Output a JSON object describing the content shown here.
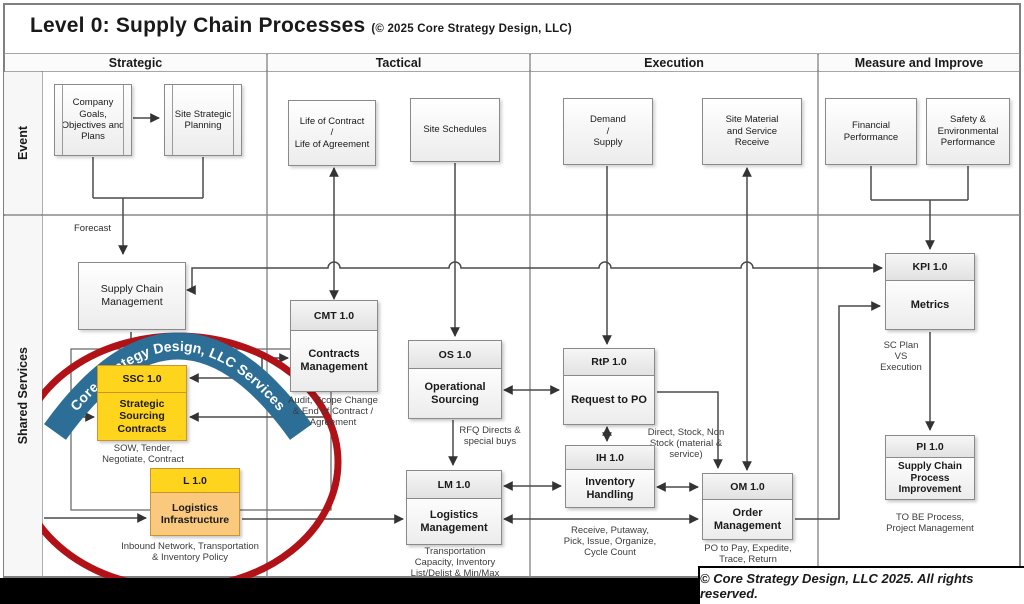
{
  "title": {
    "main": "Level 0: Supply Chain Processes",
    "suffix": "(© 2025 Core Strategy Design, LLC)"
  },
  "lanes": {
    "columns": [
      "Strategic",
      "Tactical",
      "Execution",
      "Measure and Improve"
    ],
    "rows": [
      "Event",
      "Shared Services"
    ]
  },
  "events": {
    "company_goals": "Company\nGoals,\nObjectives and\nPlans",
    "site_strategic": "Site Strategic\nPlanning",
    "life_of_contract": "Life of Contract\n/\nLife of Agreement",
    "site_schedules": "Site Schedules",
    "demand_supply": "Demand\n/\nSupply",
    "site_material": "Site Material\nand Service\nReceive",
    "financial": "Financial\nPerformance",
    "safety": "Safety &\nEnvironmental\nPerformance"
  },
  "shared": {
    "forecast_label": "Forecast",
    "scm": {
      "name": "Supply Chain\nManagement"
    },
    "ssc": {
      "id": "SSC 1.0",
      "name": "Strategic Sourcing\nContracts",
      "caption": "SOW, Tender,\nNegotiate, Contract"
    },
    "l": {
      "id": "L 1.0",
      "name": "Logistics\nInfrastructure",
      "caption": "Inbound Network, Transportation\n& Inventory Policy"
    },
    "cmt": {
      "id": "CMT 1.0",
      "name": "Contracts\nManagement",
      "caption": "Audit, Scope Change\n& End of Contract /\nAgreement"
    },
    "os": {
      "id": "OS 1.0",
      "name": "Operational\nSourcing",
      "caption": "RFQ Directs &\nspecial buys"
    },
    "lm": {
      "id": "LM 1.0",
      "name": "Logistics\nManagement",
      "caption": "Transportation\nCapacity, Inventory\nList/Delist & Min/Max"
    },
    "rtp": {
      "id": "RtP 1.0",
      "name": "Request to PO",
      "caption": "Direct, Stock, Non\nStock (material &\nservice)"
    },
    "ih": {
      "id": "IH 1.0",
      "name": "Inventory\nHandling",
      "caption": "Receive, Putaway,\nPick, Issue, Organize,\nCycle Count"
    },
    "om": {
      "id": "OM 1.0",
      "name": "Order\nManagement",
      "caption": "PO to Pay, Expedite,\nTrace, Return"
    },
    "kpi": {
      "id": "KPI 1.0",
      "name": "Metrics",
      "caption": "SC Plan\nVS\nExecution"
    },
    "pi": {
      "id": "PI 1.0",
      "name": "Supply Chain\nProcess\nImprovement",
      "caption": "TO BE Process,\nProject Management"
    }
  },
  "banner": {
    "text": "Core Strategy Design, LLC Services"
  },
  "footer": {
    "copyright": "© Core Strategy Design, LLC 2025. All rights reserved."
  },
  "colors": {
    "highlight_red": "#B11217",
    "banner_blue": "#2D6E96",
    "accent_yellow": "#FFD41C",
    "accent_orange": "#FAC97E"
  }
}
